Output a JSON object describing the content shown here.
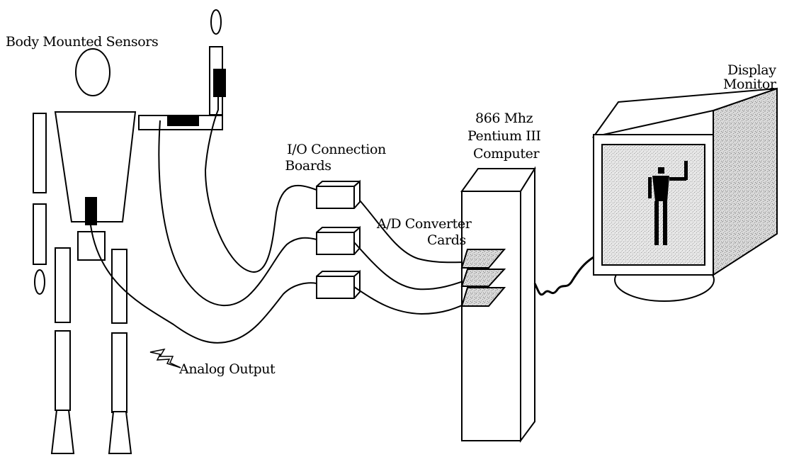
{
  "labels": {
    "body_sensors": "Body Mounted Sensors",
    "io_boards_line1": "I/O Connection",
    "io_boards_line2": "Boards",
    "ad_cards_line1": "A/D Converter",
    "ad_cards_line2": "Cards",
    "computer_line1": "866 Mhz",
    "computer_line2": "Pentium III",
    "computer_line3": "Computer",
    "monitor_line1": "Display",
    "monitor_line2": "Monitor",
    "analog_output": "Analog Output"
  },
  "colors": {
    "ink": "#000000",
    "paper": "#ffffff",
    "stipple_light": "#bfbfbf",
    "stipple_dark": "#8a8a8a"
  }
}
